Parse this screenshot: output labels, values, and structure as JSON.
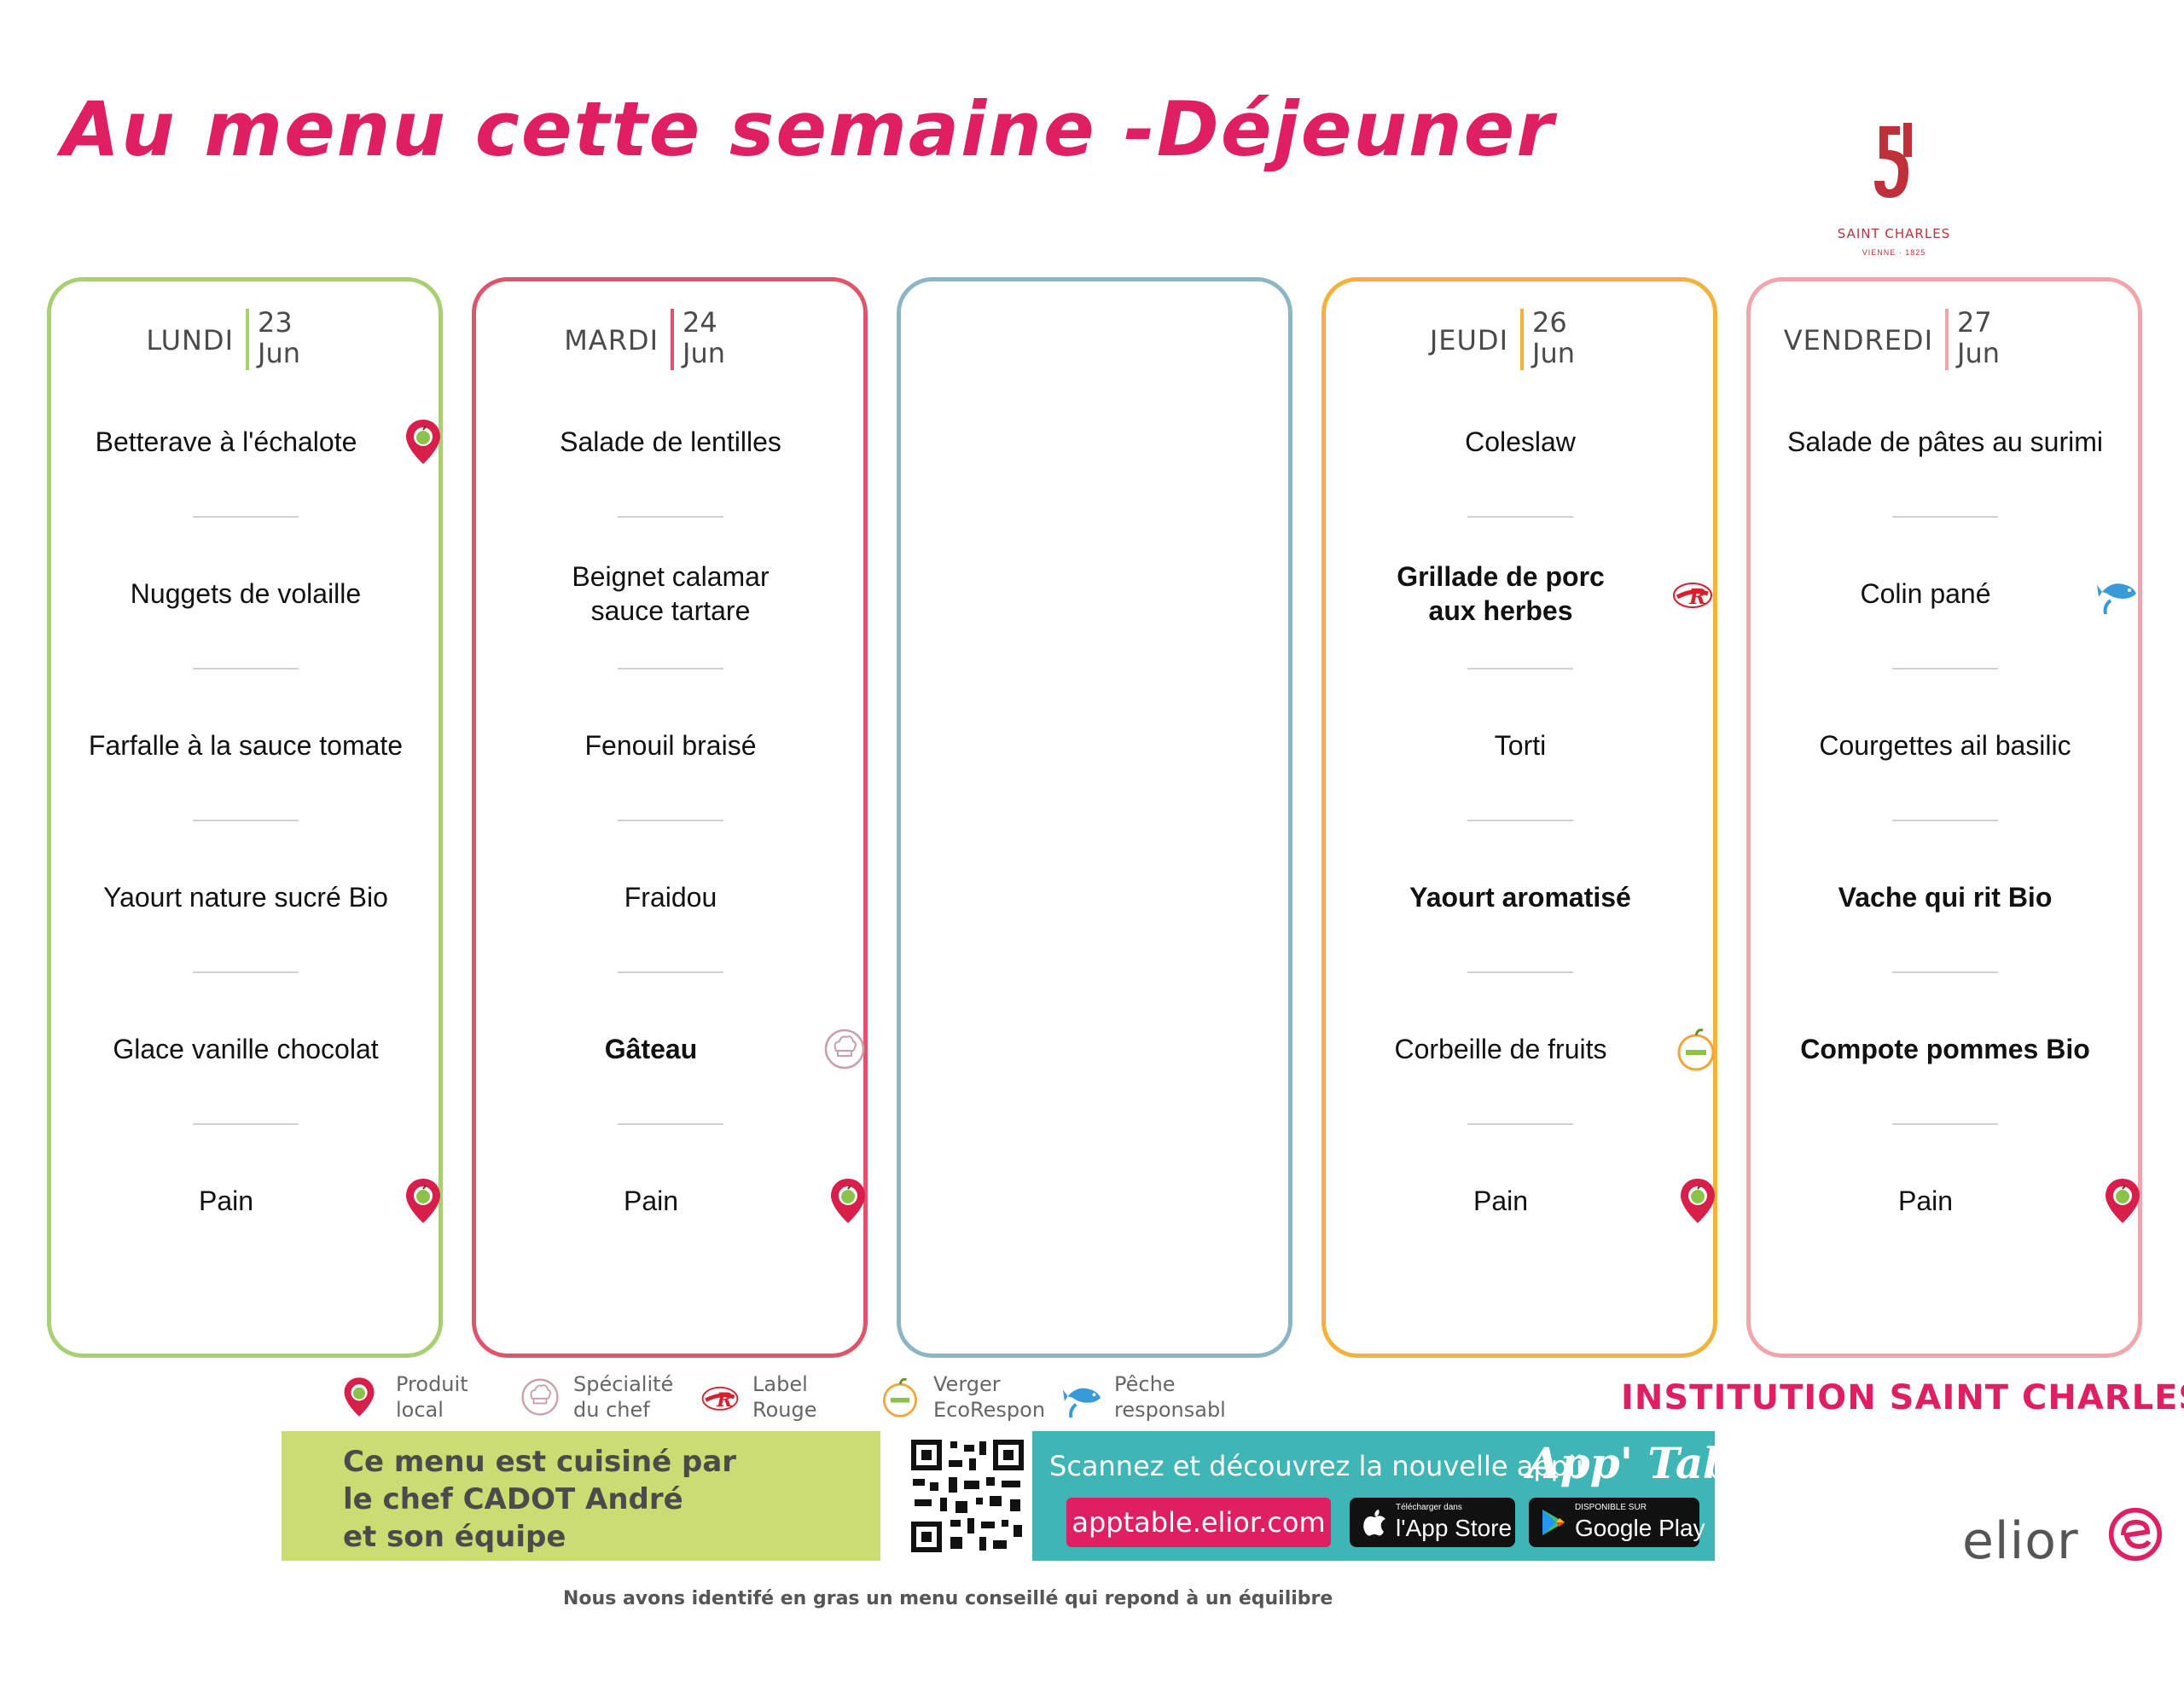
{
  "title": "Au menu cette semaine -Déjeuner",
  "logo": {
    "name": "SAINT CHARLES",
    "sub": "VIENNE · 1825"
  },
  "colors": {
    "accent": "#e01e63",
    "lundi": "#a8cf74",
    "mardi": "#e0546b",
    "empty": "#8db6c4",
    "jeudi": "#f3b23c",
    "vendredi": "#f2a6ab",
    "chef_box": "#cbdd72",
    "app_box": "#3fb6b5"
  },
  "days": [
    {
      "name": "LUNDI",
      "num": "23",
      "month": "Jun",
      "dishes": [
        {
          "text": "Betterave à l'échalote",
          "bold": false,
          "badge": "local-pin-icon"
        },
        {
          "text": "Nuggets de volaille",
          "bold": false,
          "badge": ""
        },
        {
          "text": "Farfalle à la sauce tomate",
          "bold": false,
          "badge": ""
        },
        {
          "text": "Yaourt nature sucré Bio",
          "bold": false,
          "badge": ""
        },
        {
          "text": "Glace vanille chocolat",
          "bold": false,
          "badge": ""
        },
        {
          "text": "Pain",
          "bold": false,
          "badge": "local-pin-icon"
        }
      ]
    },
    {
      "name": "MARDI",
      "num": "24",
      "month": "Jun",
      "dishes": [
        {
          "text": "Salade de lentilles",
          "bold": false,
          "badge": ""
        },
        {
          "text": "Beignet calamar sauce tartare",
          "bold": false,
          "badge": ""
        },
        {
          "text": "Fenouil braisé",
          "bold": false,
          "badge": ""
        },
        {
          "text": "Fraidou",
          "bold": false,
          "badge": ""
        },
        {
          "text": "Gâteau",
          "bold": true,
          "badge": "chef-hat-icon"
        },
        {
          "text": "Pain",
          "bold": false,
          "badge": "local-pin-icon"
        }
      ]
    },
    {
      "name": "JEUDI",
      "num": "26",
      "month": "Jun",
      "dishes": [
        {
          "text": "Coleslaw",
          "bold": false,
          "badge": ""
        },
        {
          "text": "Grillade de porc aux herbes",
          "bold": true,
          "badge": "label-rouge-icon"
        },
        {
          "text": "Torti",
          "bold": false,
          "badge": ""
        },
        {
          "text": "Yaourt aromatisé",
          "bold": true,
          "badge": ""
        },
        {
          "text": "Corbeille de fruits",
          "bold": false,
          "badge": "apple-icon"
        },
        {
          "text": "Pain",
          "bold": false,
          "badge": "local-pin-icon"
        }
      ]
    },
    {
      "name": "VENDREDI",
      "num": "27",
      "month": "Jun",
      "dishes": [
        {
          "text": "Salade de pâtes au surimi",
          "bold": false,
          "badge": ""
        },
        {
          "text": "Colin pané",
          "bold": false,
          "badge": "fish-icon"
        },
        {
          "text": "Courgettes ail basilic",
          "bold": false,
          "badge": ""
        },
        {
          "text": "Vache qui rit Bio",
          "bold": true,
          "badge": ""
        },
        {
          "text": "Compote pommes Bio",
          "bold": true,
          "badge": ""
        },
        {
          "text": "Pain",
          "bold": false,
          "badge": "local-pin-icon"
        }
      ]
    }
  ],
  "legend": [
    {
      "line1": "Produit",
      "line2": "local",
      "icon": "local-pin-icon"
    },
    {
      "line1": "Spécialité",
      "line2": "du chef",
      "icon": "chef-hat-icon"
    },
    {
      "line1": "Label",
      "line2": "Rouge",
      "icon": "label-rouge-icon"
    },
    {
      "line1": "Verger",
      "line2": "EcoRespon",
      "icon": "apple-icon"
    },
    {
      "line1": "Pêche",
      "line2": "responsabl",
      "icon": "fish-icon"
    }
  ],
  "institution": "INSTITUTION SAINT CHARLES",
  "chef": {
    "line1": "Ce menu est cuisiné par",
    "line2": "le chef CADOT André",
    "line3": "et son équipe"
  },
  "app": {
    "scan": "Scannez et découvrez la nouvelle appli",
    "brand": "App' Table",
    "url": "apptable.elior.com",
    "apple_small": "Télécharger dans",
    "apple_big": "l'App Store",
    "google_small": "DISPONIBLE SUR",
    "google_big": "Google Play"
  },
  "footnote": "Nous avons identifé en gras un menu conseillé qui repond à un équilibre",
  "elior": "elior"
}
